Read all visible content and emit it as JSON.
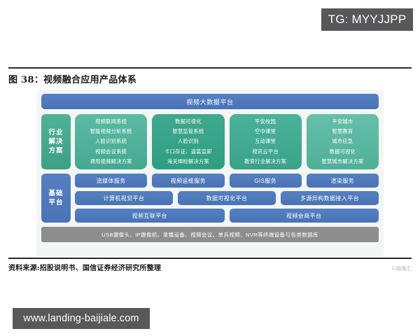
{
  "watermarks": {
    "top_badge": "TG: MYYJJPP",
    "bottom_url": "www.landing-baijiale.com",
    "corner_mark": "©格隆汇"
  },
  "figure": {
    "title": "图 38：视频融合应用产品体系",
    "source": "资料来源:招股说明书、国信证券经济研究所整理"
  },
  "diagram": {
    "top_bar": "视频大数据平台",
    "side_labels": {
      "solutions": "行业解决方案",
      "platform": "基础平台"
    },
    "solutions": [
      {
        "lines": [
          "视频联网系统",
          "智能视频分析系统",
          "人脸识别系统",
          "视频会议系统",
          "通用视频解决方案"
        ]
      },
      {
        "lines": [
          "数据可视化",
          "智慧监管系统",
          "人脸识别",
          "卡口存证、盗装监卸",
          "海关缉检解决方案"
        ]
      },
      {
        "lines": [
          "平安校园",
          "空中课堂",
          "互动课堂",
          "视讯云平台",
          "教育行业解决方案"
        ]
      },
      {
        "lines": [
          "平安城市",
          "智慧教育",
          "城市应急",
          "数据可视化",
          "智慧城市解决方案"
        ]
      }
    ],
    "platform_rows": [
      [
        "流媒体服务",
        "视频运维服务",
        "GIS服务",
        "渲染服务"
      ],
      [
        "计算机视觉平台",
        "数据可视化平台",
        "多源异构数据接入平台"
      ],
      [
        "视频互联平台",
        "视频会商平台"
      ]
    ],
    "base_bar": "USB摄像头、IP摄像机、录播设备、视频会议、单兵视频、NVR等终端设备与各类数据库",
    "colors": {
      "blue": "#4a73b5",
      "green": "#3fa98f",
      "gray": "#8d8d8d",
      "panel_bg": "#f4f6f5",
      "watermark_bg": "#58585a"
    }
  }
}
